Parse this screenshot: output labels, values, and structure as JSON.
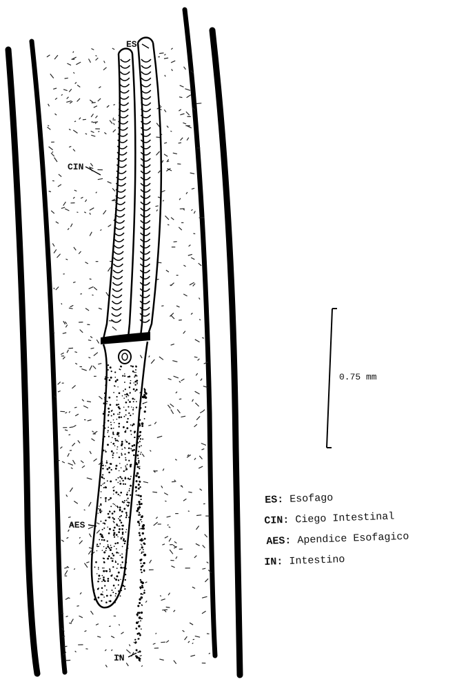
{
  "figure": {
    "labels": {
      "es": "ES",
      "cin": "CIN",
      "aes": "AES",
      "in": "IN"
    },
    "scale_bar": "0.75 mm",
    "legend": [
      {
        "abbr": "ES:",
        "name": "Esofago"
      },
      {
        "abbr": "CIN:",
        "name": "Ciego Intestinal"
      },
      {
        "abbr": "AES:",
        "name": "Apendice Esofagico"
      },
      {
        "abbr": "IN:",
        "name": "Intestino"
      }
    ]
  }
}
